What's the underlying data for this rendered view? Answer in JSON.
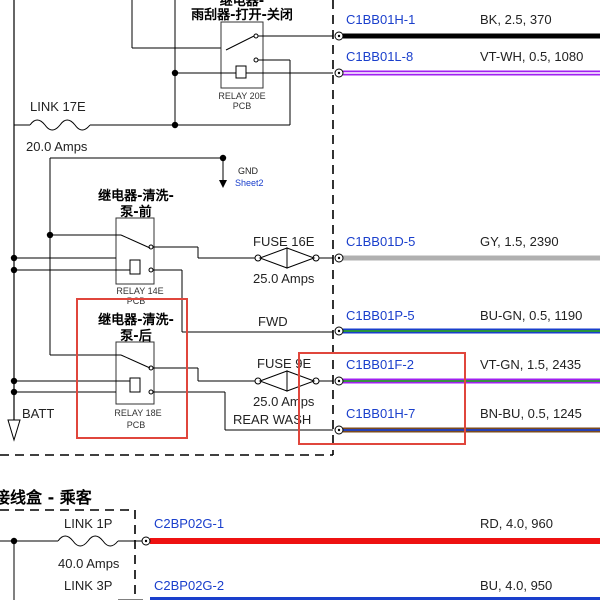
{
  "colors": {
    "wire_black": "#000000",
    "wire_violet": "#a020f0",
    "wire_gray": "#b0b0b0",
    "wire_blue": "#1a3fcc",
    "wire_green": "#2aa02a",
    "wire_red": "#ee1111",
    "connector_blue": "#1a3fcc",
    "highlight_red": "#e0463c"
  },
  "relay_top": {
    "title": "雨刮器-打开-关闭",
    "title_cut": "继电器-",
    "id": "RELAY 20E",
    "pcb": "PCB"
  },
  "relay_front": {
    "title1": "继电器-清洗-",
    "title2": "泵-前",
    "id": "RELAY 14E",
    "pcb": "PCB"
  },
  "relay_rear": {
    "title1": "继电器-清洗-",
    "title2": "泵-后",
    "id": "RELAY 18E",
    "pcb": "PCB"
  },
  "link17e": {
    "name": "LINK 17E",
    "amps": "20.0 Amps"
  },
  "gnd": {
    "label": "GND",
    "sheet": "Sheet2"
  },
  "fuse16e": {
    "name": "FUSE 16E",
    "amps": "25.0 Amps"
  },
  "fuse9e": {
    "name": "FUSE 9E",
    "amps": "25.0 Amps"
  },
  "labels": {
    "fwd": "FWD",
    "rear_wash": "REAR WASH",
    "batt": "BATT"
  },
  "wires": [
    {
      "connector": "C1BB01H-1",
      "spec": "BK, 2.5, 370"
    },
    {
      "connector": "C1BB01L-8",
      "spec": "VT-WH, 0.5, 1080"
    },
    {
      "connector": "C1BB01D-5",
      "spec": "GY, 1.5, 2390"
    },
    {
      "connector": "C1BB01P-5",
      "spec": "BU-GN, 0.5, 1190"
    },
    {
      "connector": "C1BB01F-2",
      "spec": "VT-GN, 1.5, 2435"
    },
    {
      "connector": "C1BB01H-7",
      "spec": "BN-BU, 0.5, 1245"
    }
  ],
  "lower": {
    "title": "接线盒 - 乘客",
    "link1p": {
      "name": "LINK 1P",
      "amps": "40.0 Amps"
    },
    "link3p": {
      "name": "LINK 3P"
    },
    "wires": [
      {
        "connector": "C2BP02G-1",
        "spec": "RD, 4.0, 960"
      },
      {
        "connector": "C2BP02G-2",
        "spec": "BU, 4.0, 950"
      }
    ]
  }
}
